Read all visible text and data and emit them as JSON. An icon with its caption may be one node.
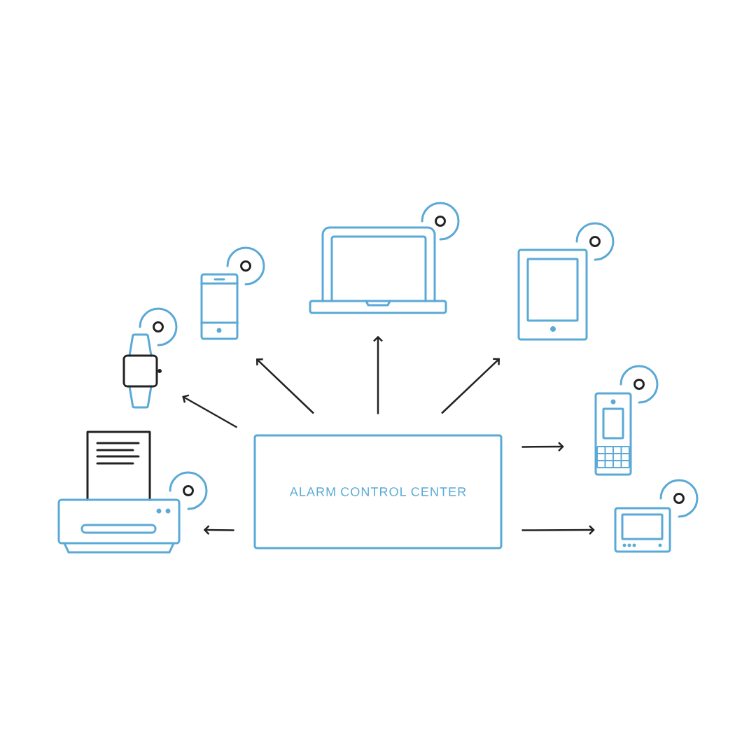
{
  "diagram": {
    "nodes": [
      {
        "text": [
          "ALARM CONTROL CENTER"
        ]
      },
      {
        "text": [],
        "shape": "picture"
      },
      {
        "text": [],
        "shape": "picture"
      },
      {
        "text": [],
        "shape": "picture"
      },
      {
        "text": [],
        "shape": "picture"
      },
      {
        "text": [],
        "shape": "picture"
      },
      {
        "text": [],
        "shape": "picture"
      },
      {
        "text": [],
        "shape": "picture"
      }
    ],
    "edges": [
      {
        "from": 0,
        "to": 1,
        "arrow": "to"
      },
      {
        "from": 0,
        "to": 2,
        "arrow": "to"
      },
      {
        "from": 0,
        "to": 3,
        "arrow": "to"
      },
      {
        "from": 0,
        "to": 4,
        "arrow": "to"
      },
      {
        "from": 0,
        "to": 5,
        "arrow": "to"
      },
      {
        "from": 0,
        "to": 6,
        "arrow": "to"
      },
      {
        "from": 0,
        "to": 7,
        "arrow": "to"
      }
    ]
  }
}
